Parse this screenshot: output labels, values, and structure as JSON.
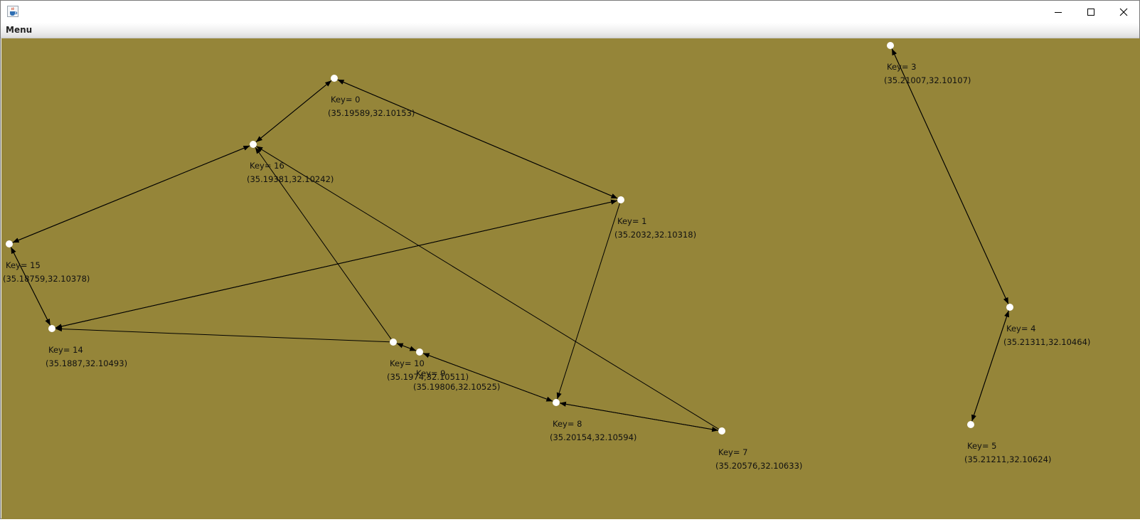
{
  "window": {
    "title": "",
    "menu_label": "Menu",
    "icon": "java-cup-icon",
    "controls": [
      "minimize-icon",
      "maximize-icon",
      "close-icon"
    ]
  },
  "colors": {
    "canvas": "#958539",
    "node": "#ffffff",
    "edge": "#000000",
    "text": "#111111"
  },
  "graph": {
    "nodes": [
      {
        "key": "0",
        "label": "Key= 0",
        "coords": "(35.19589,32.10153)"
      },
      {
        "key": "1",
        "label": "Key= 1",
        "coords": "(35.2032,32.10318)"
      },
      {
        "key": "3",
        "label": "Key= 3",
        "coords": "(35.21007,32.10107)"
      },
      {
        "key": "4",
        "label": "Key= 4",
        "coords": "(35.21311,32.10464)"
      },
      {
        "key": "5",
        "label": "Key= 5",
        "coords": "(35.21211,32.10624)"
      },
      {
        "key": "7",
        "label": "Key= 7",
        "coords": "(35.20576,32.10633)"
      },
      {
        "key": "8",
        "label": "Key= 8",
        "coords": "(35.20154,32.10594)"
      },
      {
        "key": "9",
        "label": "Key= 9",
        "coords": "(35.19806,32.10525)"
      },
      {
        "key": "10",
        "label": "Key= 10",
        "coords": "(35.1974,32.10511)"
      },
      {
        "key": "14",
        "label": "Key= 14",
        "coords": "(35.1887,32.10493)"
      },
      {
        "key": "15",
        "label": "Key= 15",
        "coords": "(35.18759,32.10378)"
      },
      {
        "key": "16",
        "label": "Key= 16",
        "coords": "(35.19381,32.10242)"
      }
    ],
    "edges": [
      {
        "from": "0",
        "to": "1"
      },
      {
        "from": "1",
        "to": "0"
      },
      {
        "from": "0",
        "to": "16"
      },
      {
        "from": "16",
        "to": "0"
      },
      {
        "from": "16",
        "to": "15"
      },
      {
        "from": "15",
        "to": "16"
      },
      {
        "from": "15",
        "to": "14"
      },
      {
        "from": "14",
        "to": "15"
      },
      {
        "from": "14",
        "to": "1"
      },
      {
        "from": "1",
        "to": "14"
      },
      {
        "from": "10",
        "to": "14"
      },
      {
        "from": "10",
        "to": "16"
      },
      {
        "from": "10",
        "to": "9"
      },
      {
        "from": "9",
        "to": "10"
      },
      {
        "from": "9",
        "to": "8"
      },
      {
        "from": "8",
        "to": "9"
      },
      {
        "from": "1",
        "to": "8"
      },
      {
        "from": "8",
        "to": "7"
      },
      {
        "from": "7",
        "to": "8"
      },
      {
        "from": "7",
        "to": "16"
      },
      {
        "from": "3",
        "to": "4"
      },
      {
        "from": "4",
        "to": "3"
      },
      {
        "from": "4",
        "to": "5"
      },
      {
        "from": "5",
        "to": "4"
      }
    ]
  }
}
